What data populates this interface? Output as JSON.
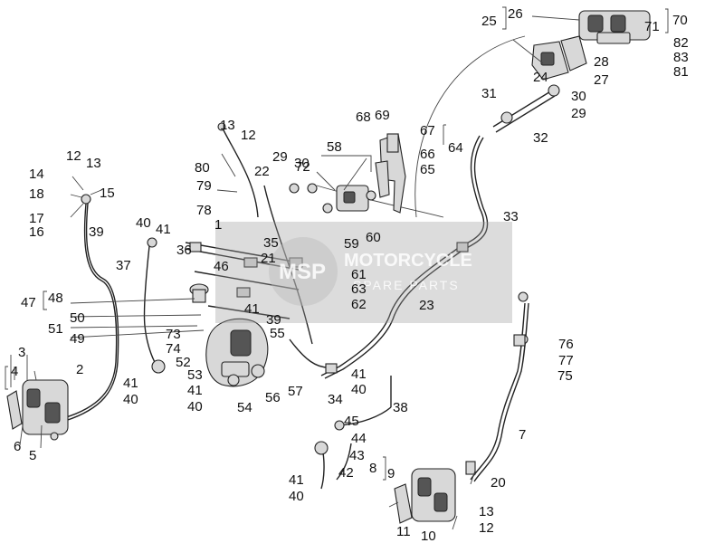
{
  "watermark": {
    "line1": "MOTORCYCLE",
    "line2": "SPARE PARTS",
    "logo": "MSP"
  },
  "callouts": [
    "1",
    "2",
    "3",
    "4",
    "5",
    "6",
    "7",
    "8",
    "9",
    "10",
    "11",
    "12",
    "13",
    "14",
    "15",
    "16",
    "17",
    "18",
    "20",
    "21",
    "22",
    "23",
    "24",
    "25",
    "26",
    "27",
    "28",
    "29",
    "30",
    "31",
    "32",
    "33",
    "34",
    "35",
    "36",
    "37",
    "38",
    "39",
    "40",
    "41",
    "42",
    "43",
    "44",
    "45",
    "46",
    "47",
    "48",
    "49",
    "50",
    "51",
    "52",
    "53",
    "54",
    "55",
    "56",
    "57",
    "58",
    "59",
    "60",
    "61",
    "62",
    "63",
    "64",
    "65",
    "66",
    "67",
    "68",
    "69",
    "70",
    "71",
    "72",
    "73",
    "74",
    "75",
    "76",
    "77",
    "78",
    "79",
    "80",
    "81",
    "82",
    "83"
  ],
  "colors": {
    "line": "#222222",
    "part": "#d8d8d8",
    "background": "#ffffff",
    "watermark": "#9a9a9a"
  }
}
